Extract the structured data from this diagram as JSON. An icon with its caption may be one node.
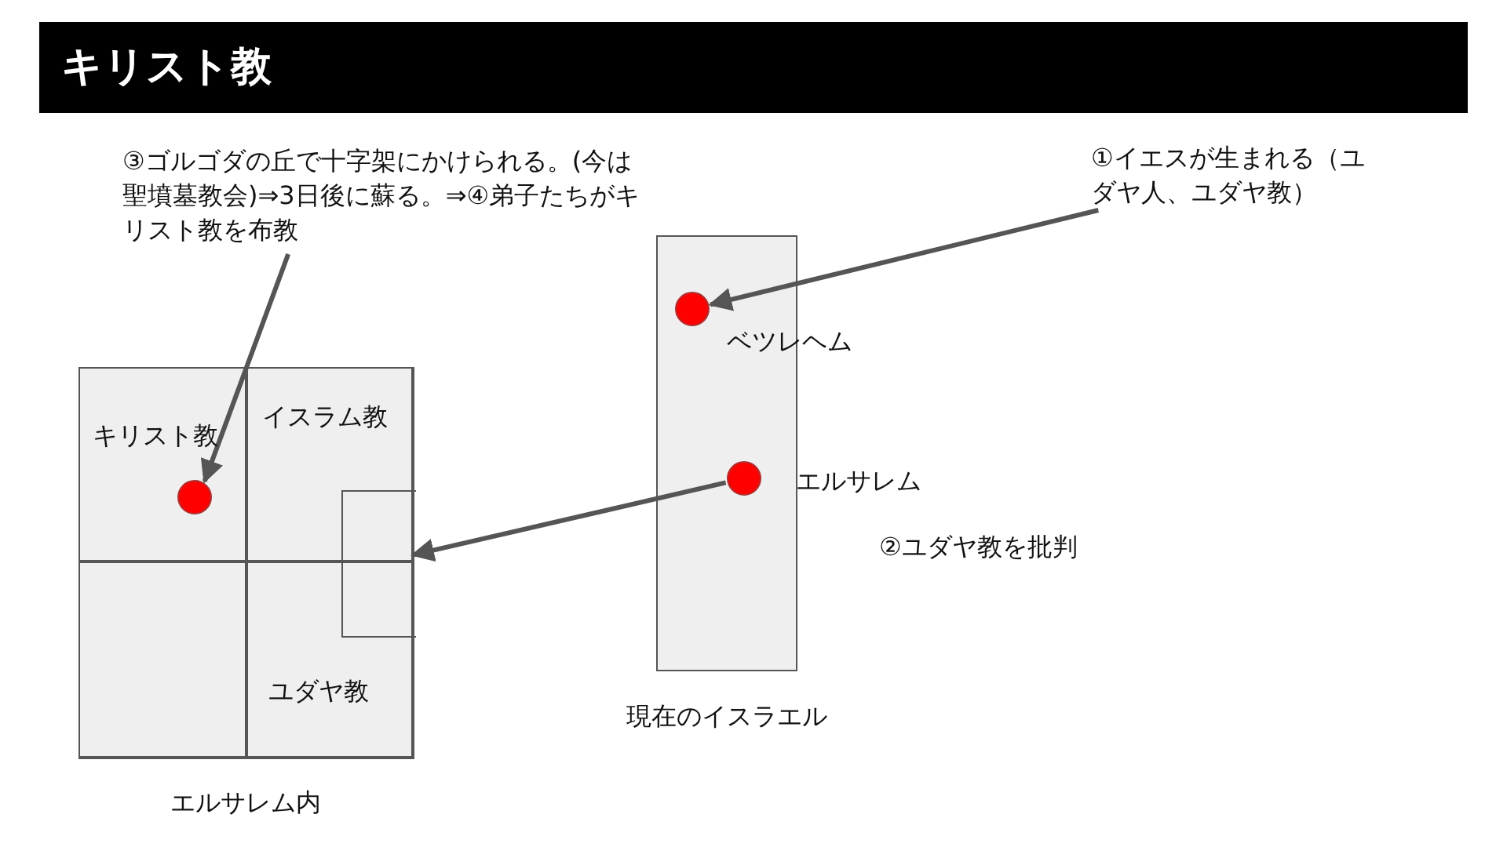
{
  "diagram": {
    "title": "キリスト教",
    "nodes": [
      {
        "text": [
          "③ゴルゴダの丘で十字架にかけられる。(今は聖墳墓教会)⇒3日後に蘇る。⇒④弟子たちがキリスト教を布教"
        ]
      },
      {
        "text": [
          "①イエスが生まれる（ユダヤ人、ユダヤ教）"
        ]
      },
      {
        "text": [
          "現在のイスラエル"
        ]
      },
      {
        "text": [],
        "shape": "circle",
        "in": 2,
        "beside": [
          "ベツレヘム"
        ]
      },
      {
        "text": [],
        "shape": "circle",
        "in": 2,
        "beside": [
          "エルサレム"
        ]
      },
      {
        "text": [
          "エルサレム内"
        ]
      },
      {
        "text": [
          "キリスト教"
        ],
        "in": 5
      },
      {
        "text": [
          "イスラム教"
        ],
        "in": 5
      },
      {
        "text": [],
        "shape": "box",
        "in": 5
      },
      {
        "text": [
          "ユダヤ教"
        ],
        "in": 5
      },
      {
        "text": [],
        "shape": "circle",
        "in": 6
      }
    ],
    "edges": [
      {
        "from": 0,
        "to": 10,
        "arrow": "to"
      },
      {
        "from": 1,
        "to": 3,
        "arrow": "to"
      },
      {
        "from": 4,
        "to": 5,
        "arrow": "to"
      }
    ],
    "labels": [
      "②ユダヤ教を批判"
    ]
  }
}
